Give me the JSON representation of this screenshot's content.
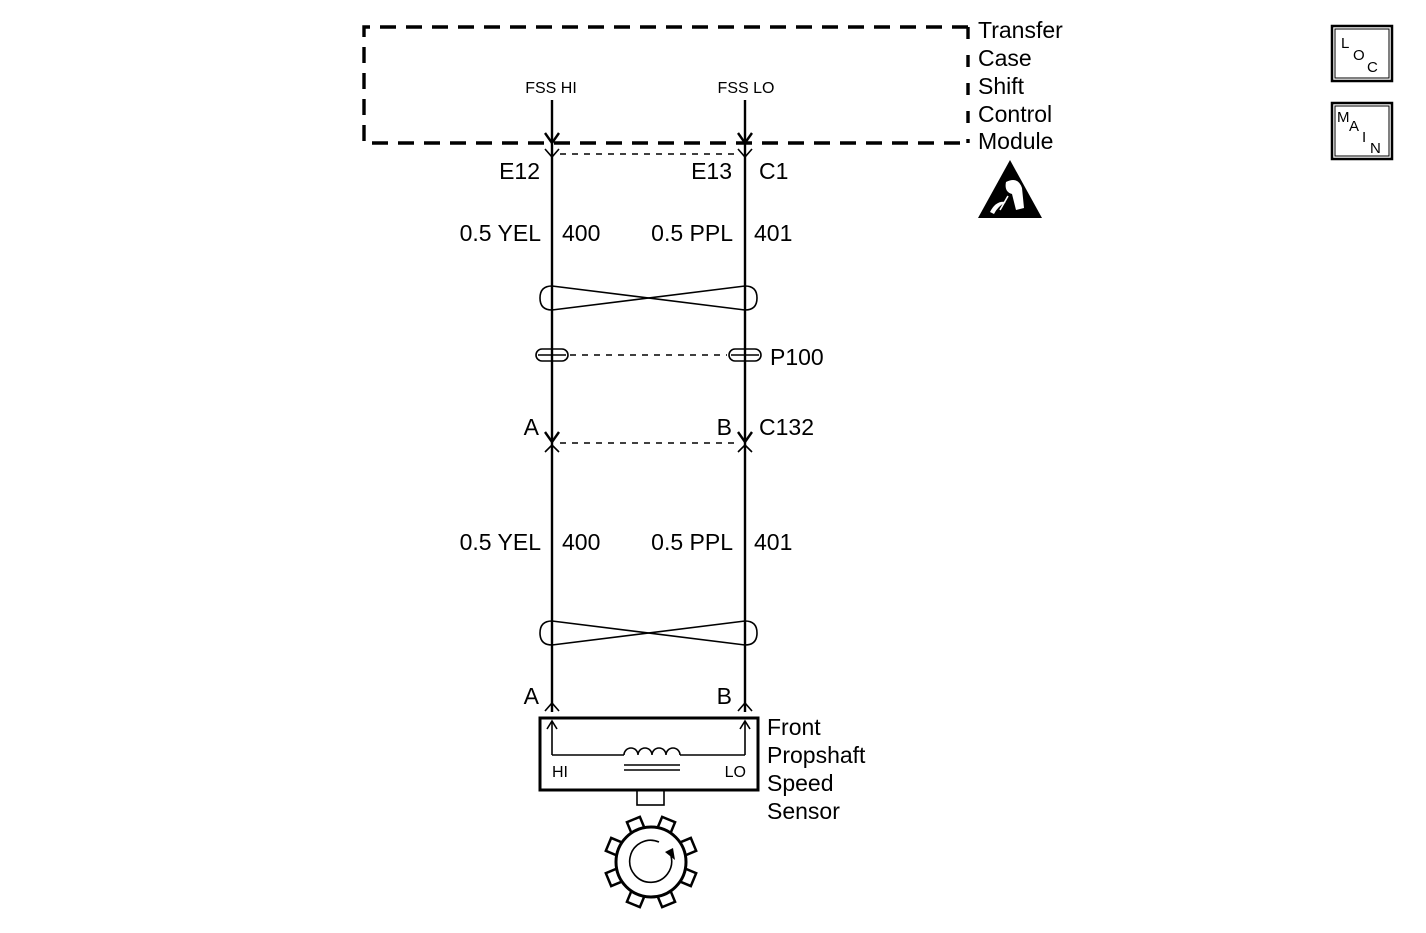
{
  "module": {
    "name_lines": [
      "Transfer",
      "Case",
      "Shift",
      "Control",
      "Module"
    ],
    "pin_hi": "FSS HI",
    "pin_lo": "FSS LO",
    "terminal_hi": "E12",
    "terminal_lo": "E13",
    "connector": "C1"
  },
  "upper_wires": {
    "hi_color": "0.5 YEL",
    "hi_circuit": "400",
    "lo_color": "0.5 PPL",
    "lo_circuit": "401"
  },
  "splice_pack": {
    "name": "P100"
  },
  "inline_connector": {
    "pin_hi": "A",
    "pin_lo": "B",
    "name": "C132"
  },
  "lower_wires": {
    "hi_color": "0.5 YEL",
    "hi_circuit": "400",
    "lo_color": "0.5 PPL",
    "lo_circuit": "401"
  },
  "sensor": {
    "pin_hi": "A",
    "pin_lo": "B",
    "term_hi": "HI",
    "term_lo": "LO",
    "name_lines": [
      "Front",
      "Propshaft",
      "Speed",
      "Sensor"
    ]
  },
  "icons": {
    "loc": {
      "l": "L",
      "o": "O",
      "c": "C"
    },
    "main": {
      "m": "M",
      "a": "A",
      "i": "I",
      "n": "N"
    },
    "esd": "esd-sensitive-icon"
  }
}
